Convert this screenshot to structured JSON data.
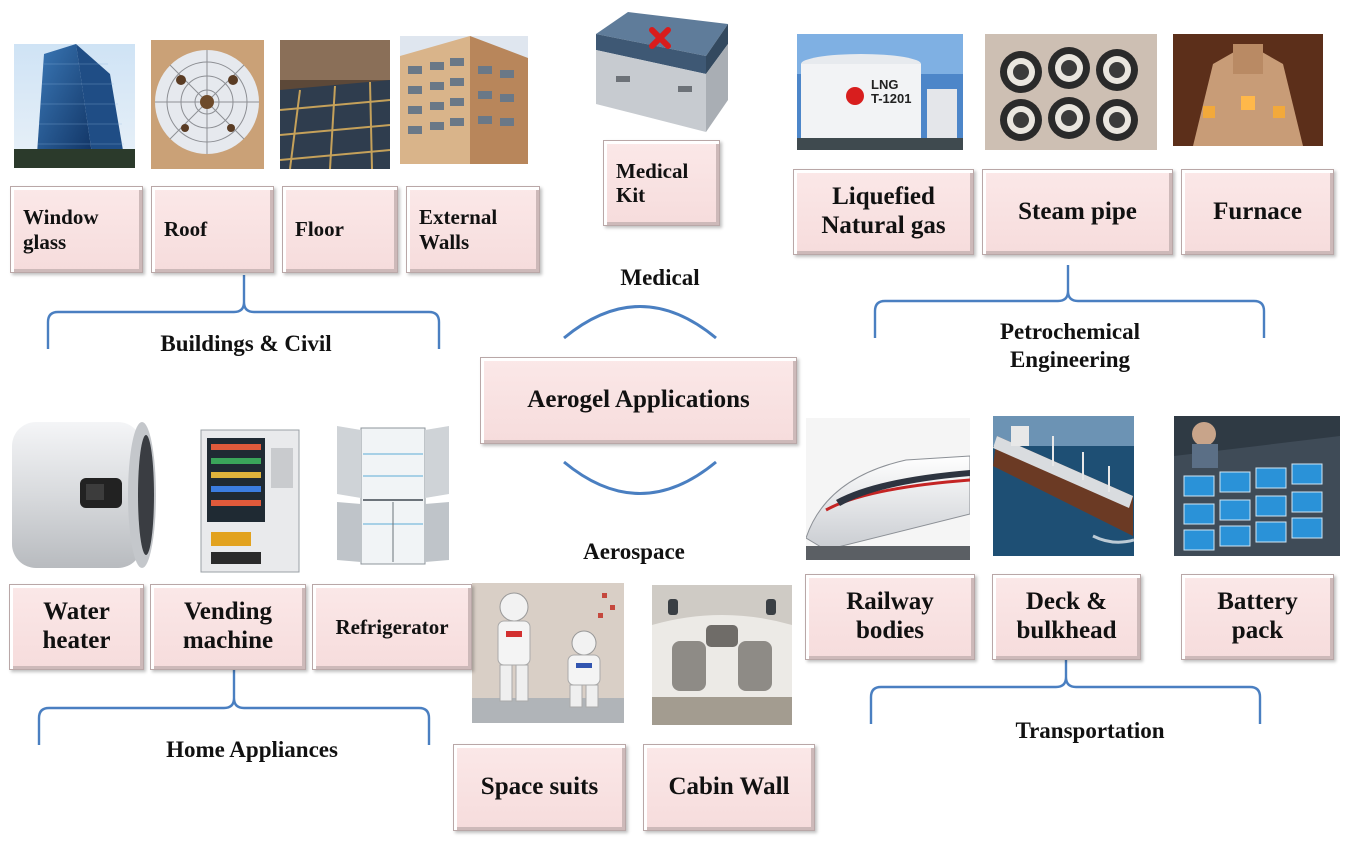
{
  "center": {
    "title": "Aerogel Applications"
  },
  "categories": {
    "buildings": "Buildings & Civil",
    "medical": "Medical",
    "petrochemical": "Petrochemical\nEngineering",
    "home": "Home Appliances",
    "aerospace": "Aerospace",
    "transportation": "Transportation"
  },
  "items": {
    "window_glass": "Window\nglass",
    "roof": "Roof",
    "floor": "Floor",
    "external_walls": "External\nWalls",
    "medical_kit": "Medical\nKit",
    "lng": "Liquefied\nNatural gas",
    "steam_pipe": "Steam pipe",
    "furnace": "Furnace",
    "water_heater": "Water\nheater",
    "vending_machine": "Vending\nmachine",
    "refrigerator": "Refrigerator",
    "space_suits": "Space suits",
    "cabin_wall": "Cabin Wall",
    "railway_bodies": "Railway\nbodies",
    "deck_bulkhead": "Deck &\nbulkhead",
    "battery_pack": "Battery\npack"
  },
  "photo_text": {
    "lng_tank": "LNG\nT-1201"
  },
  "colors": {
    "box_fill": "#f8e1e1",
    "bracket": "#4a7fc1",
    "arc": "#4a7fc1"
  }
}
